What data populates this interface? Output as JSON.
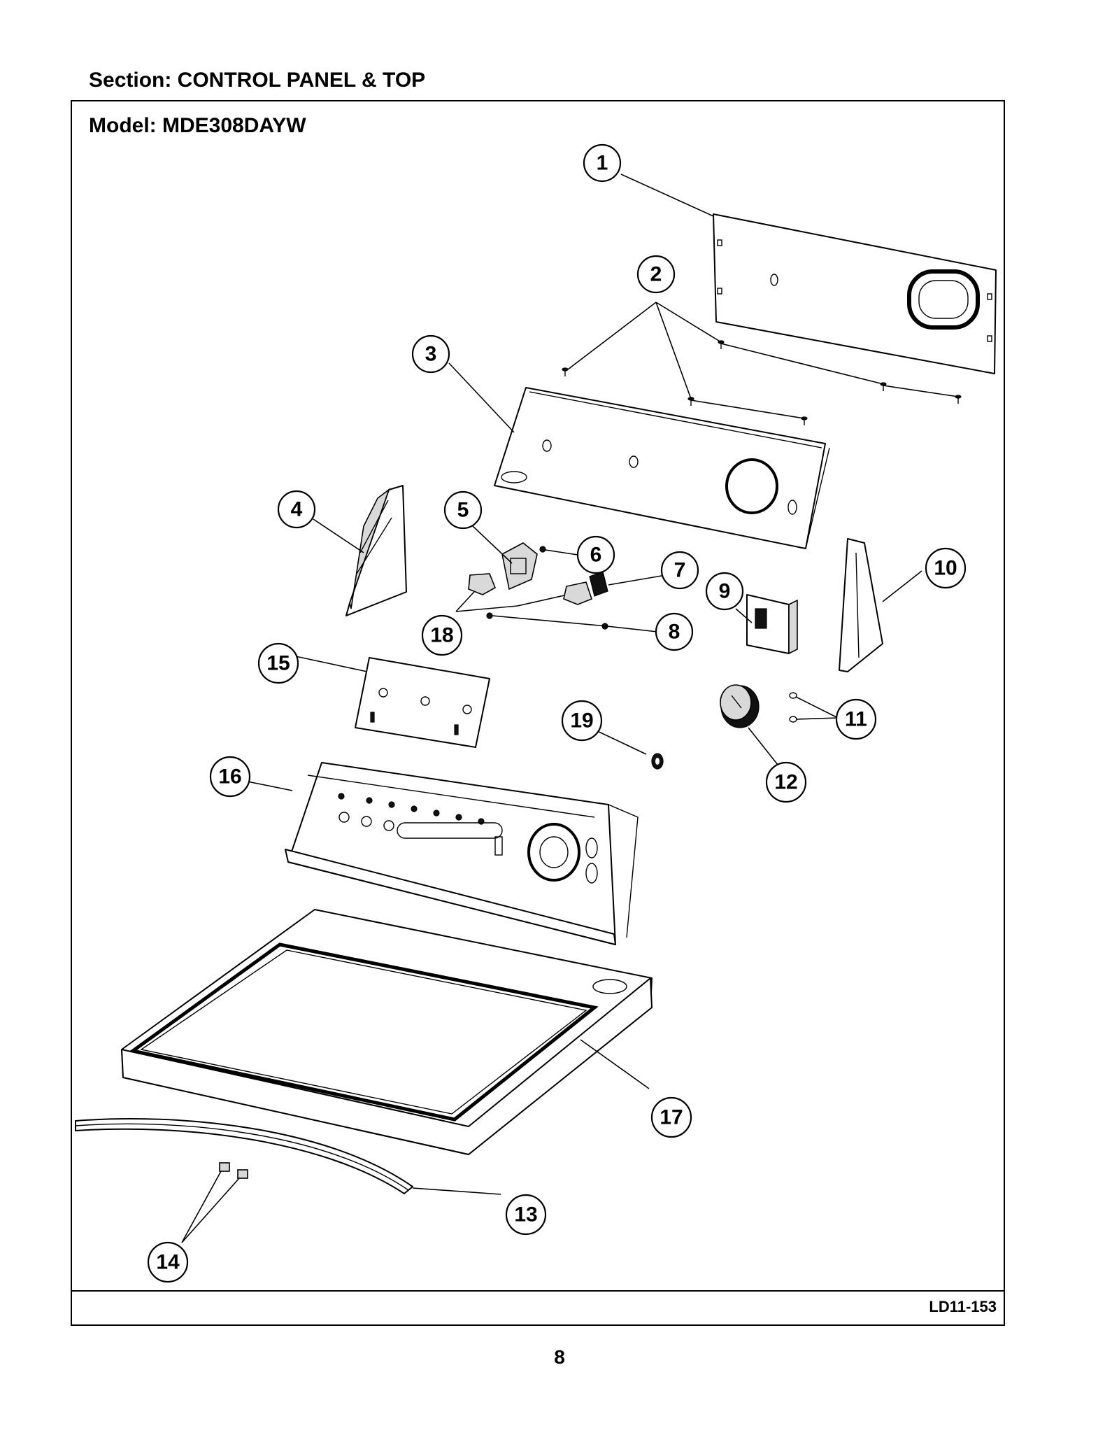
{
  "header": {
    "section_label": "Section:  CONTROL PANEL & TOP",
    "model_label": "Model:  MDE308DAYW"
  },
  "footer": {
    "drawing_code": "LD11-153",
    "page_number": "8"
  },
  "callouts": [
    "1",
    "2",
    "3",
    "4",
    "5",
    "6",
    "7",
    "8",
    "9",
    "10",
    "11",
    "12",
    "13",
    "14",
    "15",
    "16",
    "17",
    "18",
    "19"
  ]
}
